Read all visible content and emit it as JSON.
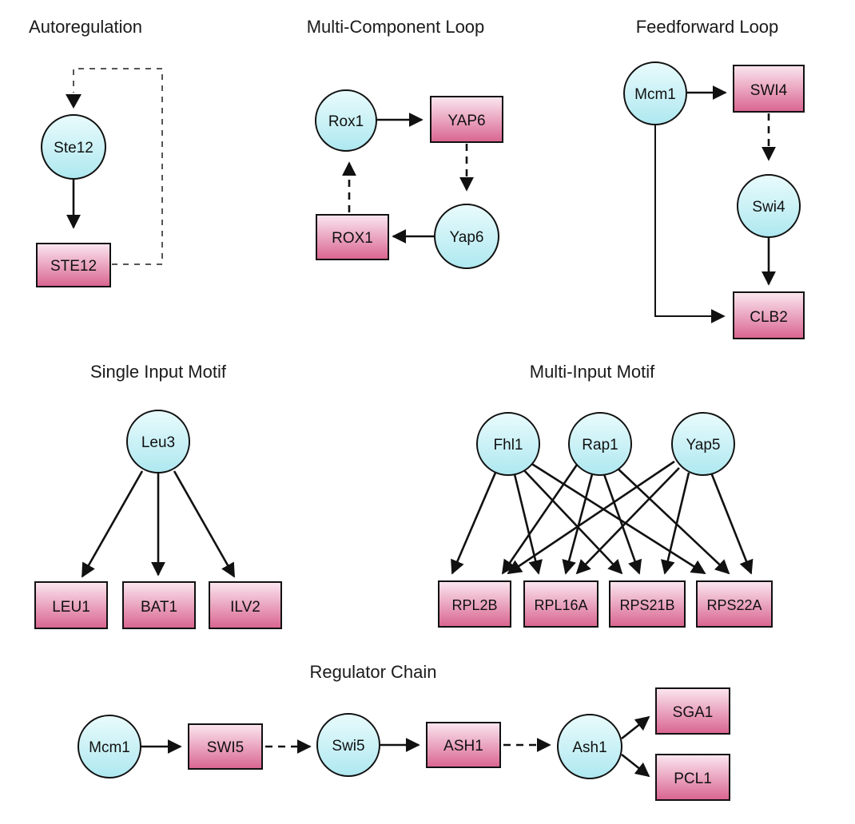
{
  "colors": {
    "protein_fill_top": "#e9fbfc",
    "protein_fill_bottom": "#aee8f0",
    "gene_fill_top": "#fbe7f0",
    "gene_fill_bottom": "#d9648f",
    "edge": "#111111"
  },
  "motifs": {
    "autoregulation": {
      "title": "Autoregulation",
      "protein": "Ste12",
      "gene": "STE12"
    },
    "multi_component": {
      "title": "Multi-Component Loop",
      "protein_a": "Rox1",
      "gene_a": "YAP6",
      "protein_b": "Yap6",
      "gene_b": "ROX1"
    },
    "feedforward": {
      "title": "Feedforward Loop",
      "protein_a": "Mcm1",
      "gene_a": "SWI4",
      "protein_b": "Swi4",
      "gene_b": "CLB2"
    },
    "single_input": {
      "title": "Single Input Motif",
      "protein": "Leu3",
      "genes": [
        "LEU1",
        "BAT1",
        "ILV2"
      ]
    },
    "multi_input": {
      "title": "Multi-Input Motif",
      "proteins": [
        "Fhl1",
        "Rap1",
        "Yap5"
      ],
      "genes": [
        "RPL2B",
        "RPL16A",
        "RPS21B",
        "RPS22A"
      ]
    },
    "regulator_chain": {
      "title": "Regulator Chain",
      "protein_a": "Mcm1",
      "gene_a": "SWI5",
      "protein_b": "Swi5",
      "gene_b": "ASH1",
      "protein_c": "Ash1",
      "gene_c1": "SGA1",
      "gene_c2": "PCL1"
    }
  }
}
